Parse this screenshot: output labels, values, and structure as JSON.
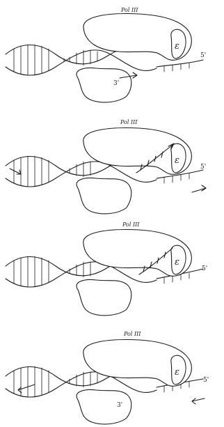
{
  "panels": [
    {
      "title": "Pol III",
      "subunit": "ε",
      "end_label": "5'",
      "primer_label": "3'"
    },
    {
      "title": "Pol III",
      "subunit": "ε",
      "end_label": "5'"
    },
    {
      "title": "Pol III",
      "subunit": "ε",
      "end_label": "5'"
    },
    {
      "title": "Pol III",
      "subunit": "ε",
      "end_label": "5'",
      "primer_label": "3'"
    }
  ]
}
